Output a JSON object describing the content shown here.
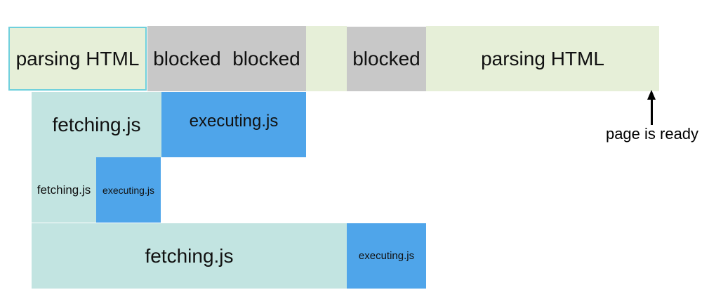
{
  "main_row": {
    "parse_start": "parsing HTML",
    "blocked_1": "blocked",
    "blocked_2": "blocked",
    "blocked_3": "blocked",
    "parse_end": "parsing HTML"
  },
  "script_rows": [
    {
      "fetch": "fetching.js",
      "exec": "executing.js"
    },
    {
      "fetch": "fetching.js",
      "exec": "executing.js"
    },
    {
      "fetch": "fetching.js",
      "exec": "executing.js"
    }
  ],
  "annotation": {
    "label": "page is ready",
    "icon": "up-arrow-icon"
  },
  "colors": {
    "parsing": "#e6efd8",
    "parsing_highlight_border": "#6fd0dc",
    "blocked": "#c8c8c8",
    "fetching": "#c2e4e1",
    "executing": "#4fa5ea"
  }
}
